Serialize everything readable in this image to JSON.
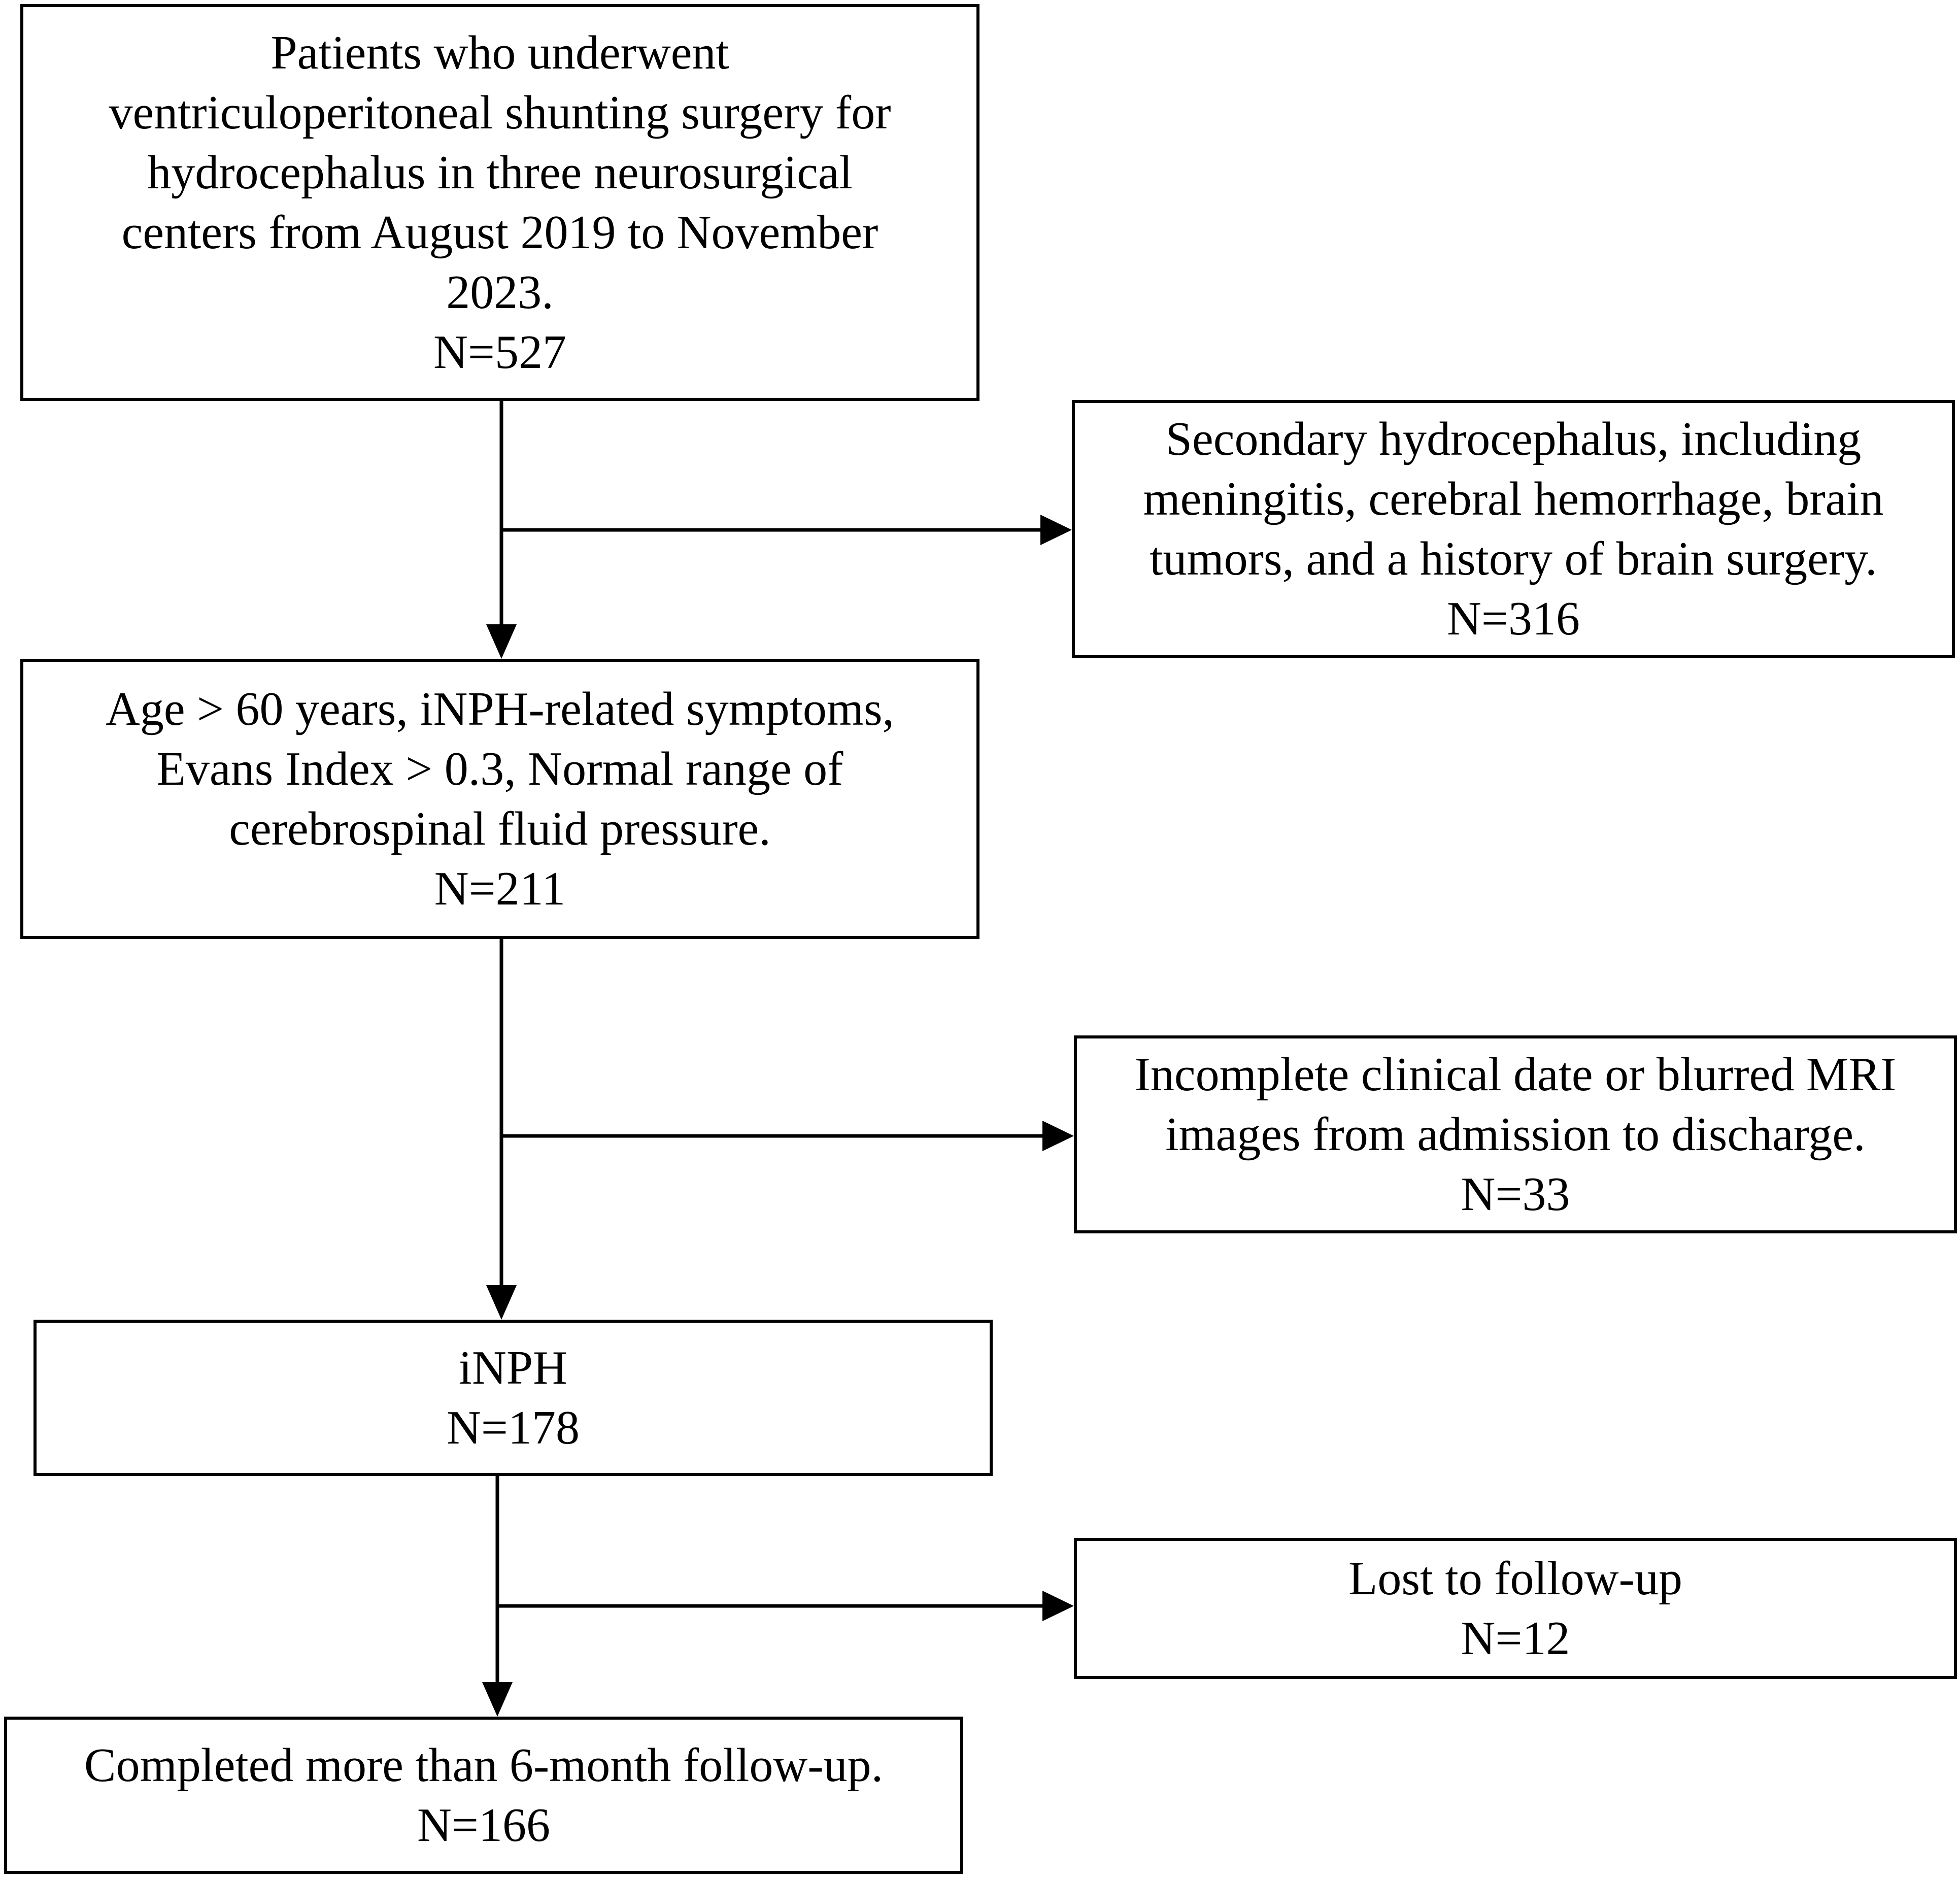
{
  "flowchart": {
    "start": {
      "lines": [
        "Patients who underwent",
        "ventriculoperitoneal shunting surgery for",
        "hydrocephalus in three neurosurgical",
        "centers from August 2019 to November",
        "2023."
      ],
      "count": "N=527"
    },
    "exclusion_1": {
      "lines": [
        "Secondary hydrocephalus, including",
        "meningitis, cerebral hemorrhage, brain",
        "tumors, and a history of brain surgery."
      ],
      "count": "N=316"
    },
    "eligible": {
      "lines": [
        "Age > 60 years, iNPH-related symptoms,",
        "Evans Index > 0.3, Normal range of",
        "cerebrospinal fluid pressure."
      ],
      "count": "N=211"
    },
    "exclusion_2": {
      "lines": [
        "Incomplete clinical date or blurred MRI",
        "images from admission to discharge."
      ],
      "count": "N=33"
    },
    "inph": {
      "lines": [
        "iNPH"
      ],
      "count": "N=178"
    },
    "exclusion_3": {
      "lines": [
        "Lost to follow-up"
      ],
      "count": "N=12"
    },
    "final": {
      "lines": [
        "Completed more than 6-month follow-up."
      ],
      "count": "N=166"
    }
  }
}
